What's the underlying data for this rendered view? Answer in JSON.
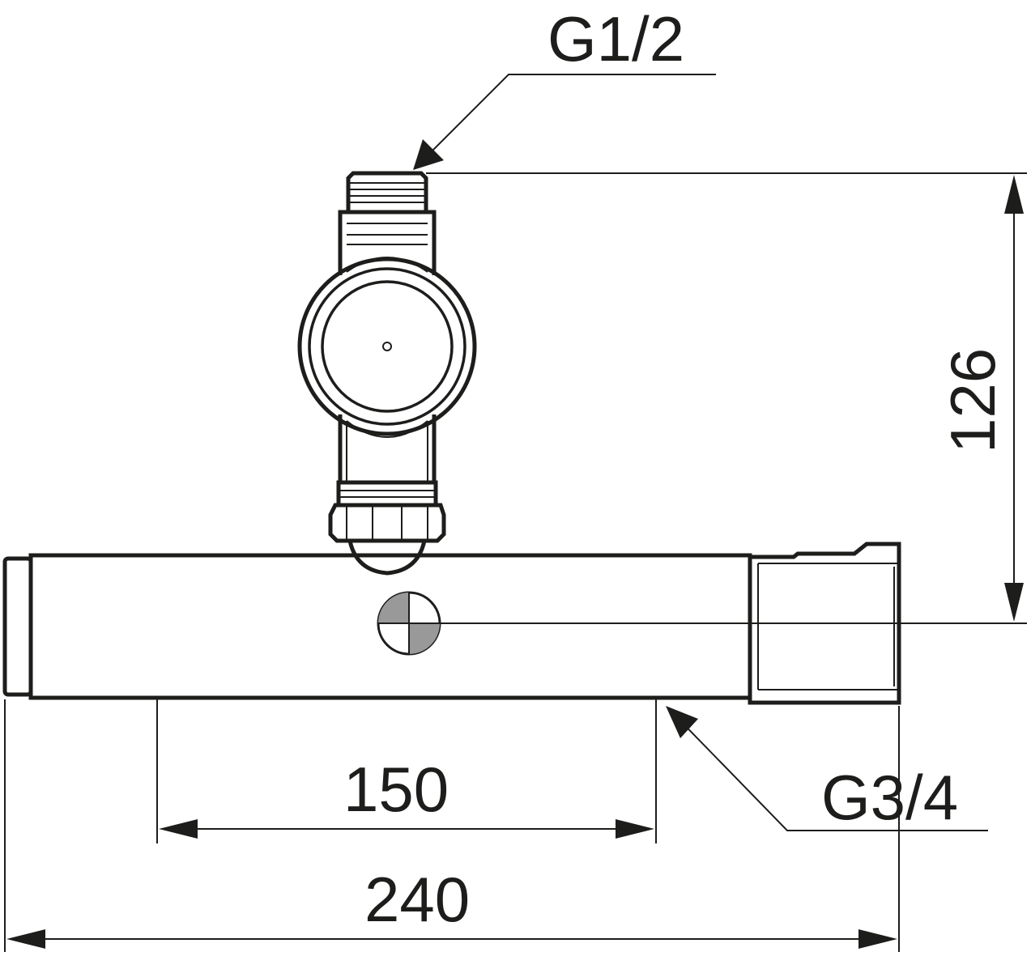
{
  "labels": {
    "thread_top": "G1/2",
    "thread_bottom": "G3/4",
    "dim_height": "126",
    "dim_center": "150",
    "dim_total": "240"
  },
  "colors": {
    "line": "#1d1d1b",
    "marker_fill": "#999999",
    "background": "#ffffff"
  }
}
